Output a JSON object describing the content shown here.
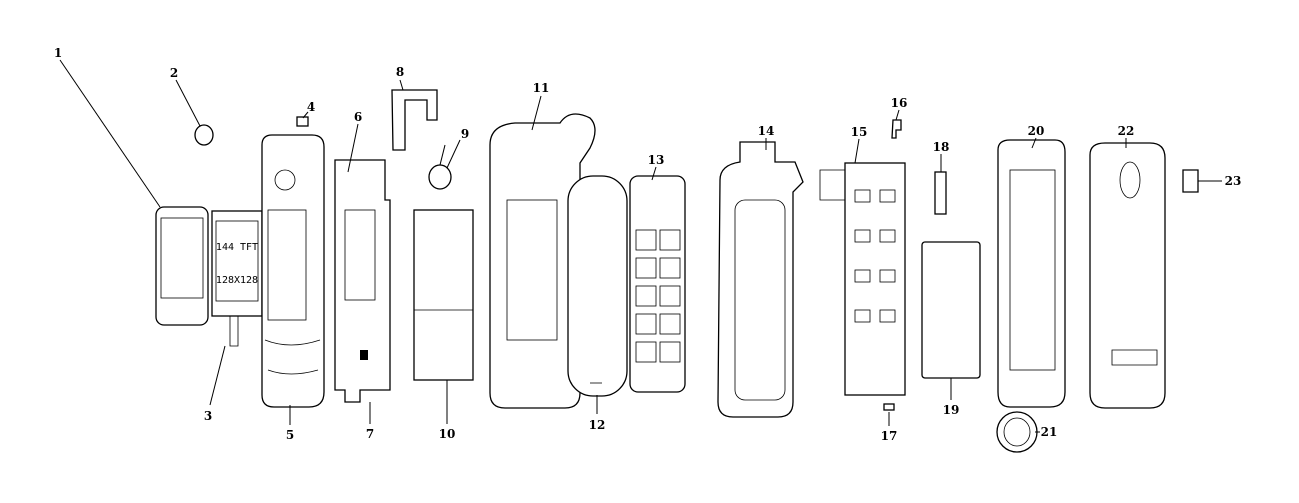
{
  "diagram": {
    "screen_text": [
      "144 TFT",
      "128X128"
    ],
    "labels": [
      "1",
      "2",
      "3",
      "4",
      "5",
      "6",
      "7",
      "8",
      "9",
      "10",
      "11",
      "12",
      "13",
      "14",
      "15",
      "16",
      "17",
      "18",
      "19",
      "20",
      "21",
      "22",
      "23"
    ]
  }
}
